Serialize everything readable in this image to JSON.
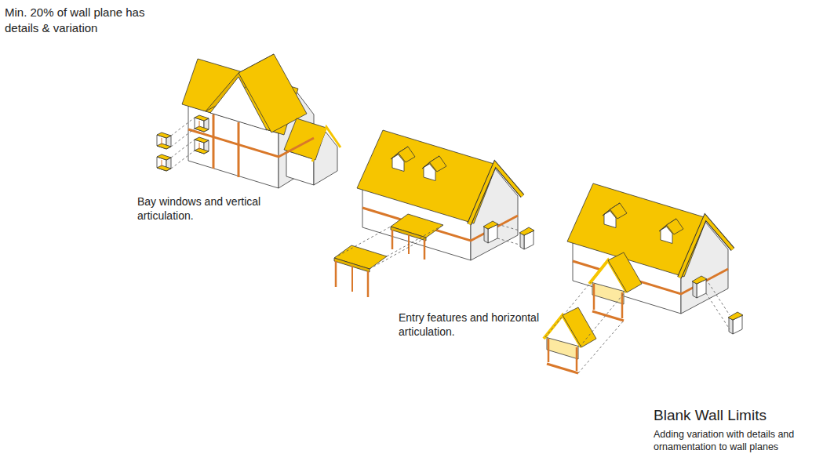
{
  "diagram": {
    "title": "Blank Wall Limits",
    "caption": "Adding variation with details and ornamentation to wall planes",
    "labels": [
      "Min. 20% of wall plane has details & variation",
      "Bay windows and vertical articulation.",
      "Entry features and horizontal articulation."
    ]
  }
}
